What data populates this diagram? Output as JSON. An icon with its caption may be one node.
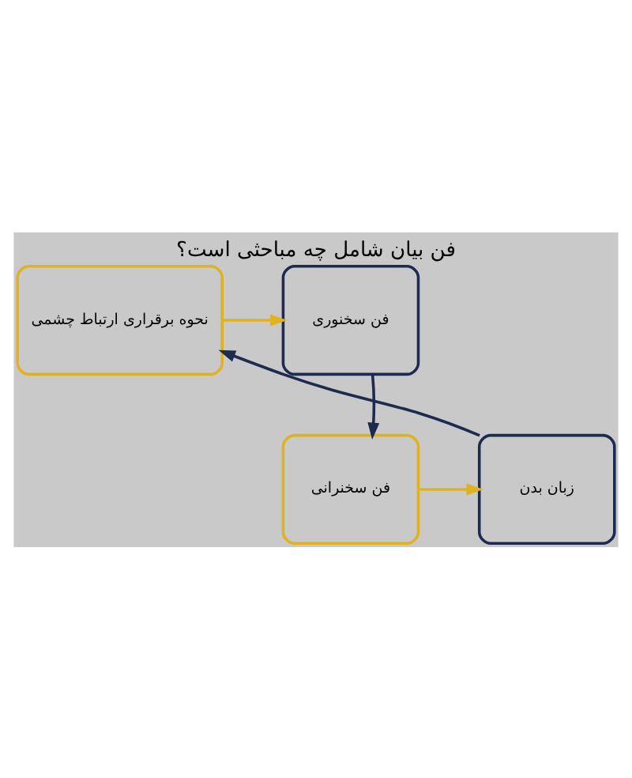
{
  "diagram": {
    "title": "فن بیان شامل چه مباحثی است؟",
    "nodes": [
      {
        "text": [
          "نحوه برقراری ارتباط چشمی"
        ]
      },
      {
        "text": [
          "فن سخنوری"
        ]
      },
      {
        "text": [
          "فن سخنرانی"
        ]
      },
      {
        "text": [
          "زبان بدن"
        ]
      }
    ],
    "edges": [
      {
        "from": 0,
        "to": 1,
        "arrow": "to",
        "color": "#e0b21f"
      },
      {
        "from": 1,
        "to": 2,
        "arrow": "to",
        "color": "#1e2a4f"
      },
      {
        "from": 2,
        "to": 3,
        "arrow": "to",
        "color": "#e0b21f"
      },
      {
        "from": 3,
        "to": 0,
        "arrow": "to",
        "color": "#1e2a4f"
      }
    ]
  }
}
